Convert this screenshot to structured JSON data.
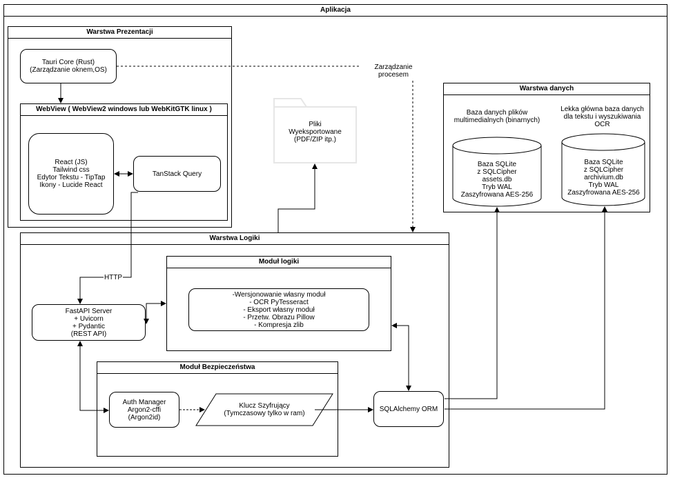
{
  "app": {
    "title": "Aplikacja"
  },
  "presentation": {
    "title": "Warstwa Prezentacji",
    "tauri": "Tauri Core (Rust)\n(Zarządzanie oknem,OS)",
    "webview": {
      "title": "WebView ( WebView2 windows  lub WebKitGTK linux )",
      "react": "React (JS)\nTailwind css\nEdytor Tekstu - TipTap\nIkony - Lucide React",
      "tanstack": "TanStack Query"
    }
  },
  "export": {
    "label": "Pliki\nWyeksportowane\n(PDF/ZIP itp.)"
  },
  "process_label": "Zarządzanie procesem",
  "http_label": "HTTP",
  "data": {
    "title": "Warstwa danych",
    "assets_desc": "Baza danych plików\nmultimedialnych  (binarnych)",
    "archive_desc": "Lekka główna baza danych\ndla tekstu i wyszukiwania\nOCR",
    "assets_db": "Baza SQLite\nz SQLCipher\nassets.db\nTryb WAL\nZaszyfrowana AES-256",
    "archive_db": "Baza SQLite\nz SQLCipher\narchivium.db\nTryb WAL\nZaszyfrowana AES-256"
  },
  "logic": {
    "title": "Warstwa Logiki",
    "fastapi": "FastAPI Server\n+ Uvicorn\n+ Pydantic\n(REST API)",
    "module": {
      "title": "Moduł logiki",
      "items": "-Wersjonowanie własny moduł\n- OCR PyTesseract\n- Eksport własny moduł\n- Przetw. Obrazu Pillow\n- Kompresja zlib"
    },
    "security": {
      "title": "Moduł Bezpieczeństwa",
      "auth": "Auth Manager\nArgon2-cffi\n(Argon2id)",
      "key": "Klucz Szyfrujący\n(Tymczasowy tylko w ram)"
    },
    "orm": "SQLAlchemy ORM"
  }
}
